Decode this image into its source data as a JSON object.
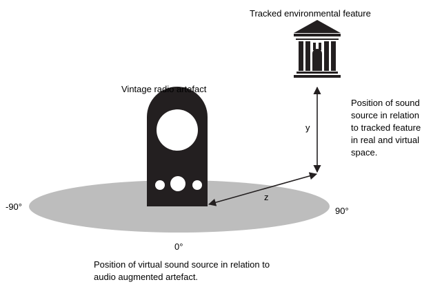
{
  "labels": {
    "tracked_feature": "Tracked environmental feature",
    "radio_artefact": "Vintage radio artefact",
    "y_axis": "y",
    "z_axis": "z",
    "angle_left": "-90°",
    "angle_right": "90°",
    "angle_front": "0°",
    "position_note": [
      "Position of sound",
      "source in relation",
      "to tracked feature",
      "in real and virtual",
      "space."
    ],
    "caption": [
      "Position of virtual sound source in relation to",
      "audio augmented artefact."
    ]
  },
  "colors": {
    "plane": "#bdbdbd",
    "object": "#231f20",
    "background": "#ffffff"
  },
  "icons": {
    "tracked_feature": "classical-building-icon",
    "artefact": "vintage-radio-icon"
  }
}
